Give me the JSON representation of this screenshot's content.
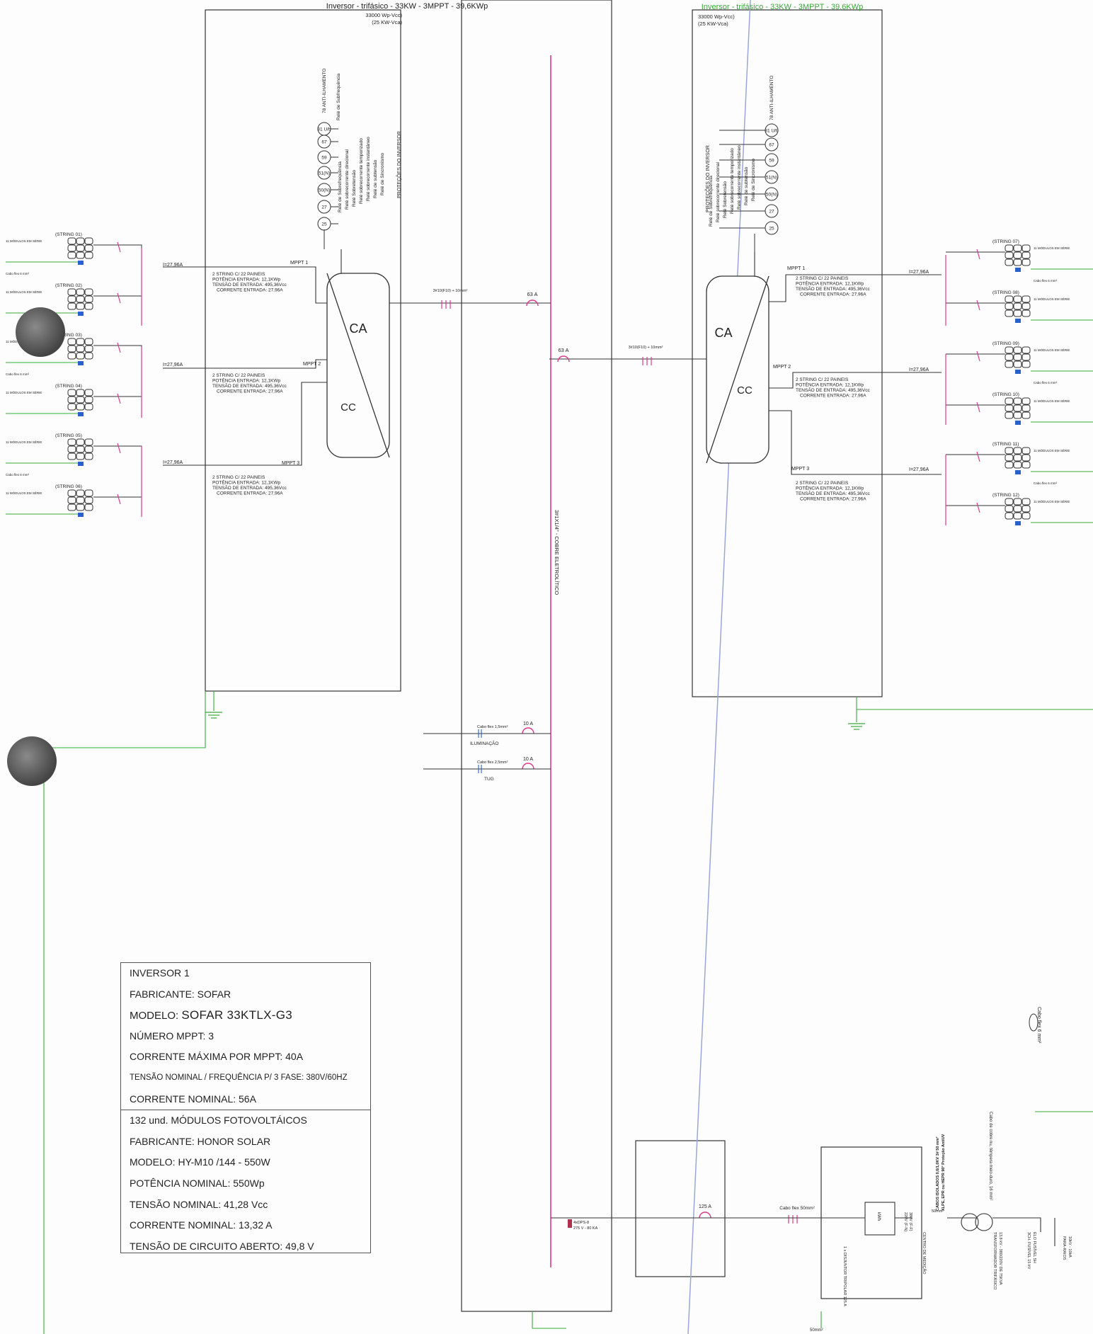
{
  "inverters": [
    {
      "title": "Inversor - trifásico - 33KW - 3MPPT - 39,6KWp",
      "power_dc": "33000 Wp-Vcc)",
      "power_ac": "(25 KW-Vca)",
      "protection_title": "PROTEÇÕES DO INVERSOR",
      "relays": [
        {
          "code": "81 U/b",
          "name": "Relé de Sobrefrequência",
          "name2": "Relé de Subfrequência"
        },
        {
          "code": "67",
          "name": "Relé sobrecorrente direcional"
        },
        {
          "code": "59",
          "name": "Relé Sobretensão"
        },
        {
          "code": "51(N)",
          "name": "Relé sobrecorrente temporizado"
        },
        {
          "code": "50(N)",
          "name": "Relé sobrecorrente instantâneo"
        },
        {
          "code": "27",
          "name": "Relé de subtensão"
        },
        {
          "code": "25",
          "name": "Relé de Sincronismo"
        }
      ],
      "anti_ilhamento": "78 ANTI-ILHAMENTO",
      "ca_label": "CA",
      "cc_label": "CC",
      "mppts": [
        {
          "name": "MPPT 1",
          "current": "I=27,96A",
          "l1": "2 STRING C/ 22 PAINEIS",
          "l2": "POTÊNCIA ENTRADA: 12,1KWp",
          "l3": "TENSÃO DE ENTRADA: 495,36Vcc",
          "l4": "CORRENTE ENTRADA: 27,96A"
        },
        {
          "name": "MPPT 2",
          "current": "I=27,96A",
          "l1": "2 STRING C/ 22 PAINEIS",
          "l2": "POTÊNCIA ENTRADA: 12,1KWp",
          "l3": "TENSÃO DE ENTRADA: 495,36Vcc",
          "l4": "CORRENTE ENTRADA: 27,96A"
        },
        {
          "name": "MPPT 3",
          "current": "I=27,96A",
          "l1": "2 STRING C/ 22 PAINEIS",
          "l2": "POTÊNCIA ENTRADA: 12,1KWp",
          "l3": "TENSÃO DE ENTRADA: 495,36Vcc",
          "l4": "CORRENTE ENTRADA: 27,96A"
        }
      ],
      "strings": [
        "(STRING 01)",
        "(STRING 02)",
        "(STRING 03)",
        "(STRING 04)",
        "(STRING 05)",
        "(STRING 06)"
      ],
      "output_cable": "3#10(F10) + 10mm²",
      "breaker": "63 A"
    },
    {
      "title": "Inversor - trifásico - 33KW - 3MPPT - 39,6KWp",
      "power_dc": "33000 Wp-Vcc)",
      "power_ac": "(25 KW-Vca)",
      "protection_title": "PROTEÇÕES DO INVERSOR",
      "anti_ilhamento": "78 ANTI-ILHAMENTO",
      "ca_label": "CA",
      "cc_label": "CC",
      "mppts": [
        {
          "name": "MPPT 1",
          "current": "I=27,96A",
          "l1": "2 STRING C/ 22 PAINEIS",
          "l2": "POTÊNCIA ENTRADA: 12,1KWp",
          "l3": "TENSÃO DE ENTRADA: 495,36Vcc",
          "l4": "CORRENTE ENTRADA: 27,96A"
        },
        {
          "name": "MPPT 2",
          "current": "I=27,96A",
          "l1": "2 STRING C/ 22 PAINEIS",
          "l2": "POTÊNCIA ENTRADA: 12,1KWp",
          "l3": "TENSÃO DE ENTRADA: 495,36Vcc",
          "l4": "CORRENTE ENTRADA: 27,96A"
        },
        {
          "name": "MPPT 3",
          "current": "I=27,96A",
          "l1": "2 STRING C/ 22 PAINEIS",
          "l2": "POTÊNCIA ENTRADA: 12,1KWp",
          "l3": "TENSÃO DE ENTRADA: 495,36Vcc",
          "l4": "CORRENTE ENTRADA: 27,96A"
        }
      ],
      "strings": [
        "(STRING 07)",
        "(STRING 08)",
        "(STRING 09)",
        "(STRING 10)",
        "(STRING 11)",
        "(STRING 12)"
      ],
      "output_cable": "3#10(F10) + 10mm²",
      "breaker": "63 A"
    }
  ],
  "module_note": "11 MÓDULOS EM SÉRIE",
  "cable_note": "Cabo flex 6 mm²",
  "busbar_label": "3#1X1/4\" - COBRE ELETROLÍTICO",
  "circuits": [
    {
      "name": "ILUMINAÇÃO",
      "cable": "Cabo flex 1,5mm²",
      "breaker": "10 A"
    },
    {
      "name": "TUG",
      "cable": "Cabo flex 2,5mm²",
      "breaker": "10 A"
    }
  ],
  "dps": {
    "l1": "4xDPS-8",
    "l2": "275 V - 80 KA"
  },
  "main_breaker": "125 A",
  "main_cable": "Cabo flex 50mm²",
  "circuit_breaker": "1 x DISJUNTOR TRIPOLAR 125 A",
  "meter": {
    "label": "kWh",
    "v1": "220V (F-N)",
    "v2": "380V (F-F)"
  },
  "metering_center": "CENTRO DE MEDIÇÃO",
  "conductor": "50mm²",
  "isolated_cable": "CABOS ISOLADOS 0,6/1,0KV 3# 50 mm²",
  "isolated_cable2": "XLPE, EPR ou HEPR 90° Proteção AntiUV",
  "transformer": {
    "l1": "TRANSFORMADOR TRIFÁSICO",
    "l2": "13,8 kV - 380/220V DE 75KVA"
  },
  "ground_cable": "Cabo de cobre nu, têmpera meio-duro, 16 mm²",
  "fuse": {
    "l1": "3CH. FUSÍVEL 15 kV",
    "l2": "ELO FUSÍVEL 5H"
  },
  "surge": {
    "l1": "PARA-RAIOS",
    "l2": "10kV - 10kA"
  },
  "ground_note": "Cabo flex 6 mm²",
  "ground_bottom": "50mm²",
  "specs": {
    "inv_title": "INVERSOR 1",
    "inv_maker": "FABRICANTE: SOFAR",
    "inv_model_k": "MODELO:",
    "inv_model_v": "SOFAR 33KTLX-G3",
    "inv_mppt": "NÚMERO MPPT: 3",
    "inv_imax": "CORRENTE MÁXIMA POR MPPT: 40A",
    "inv_vnom": "TENSÃO NOMINAL / FREQUÊNCIA P/ 3 FASE: 380V/60HZ",
    "inv_inom": "CORRENTE NOMINAL: 56A",
    "mod_title": "132 und. MÓDULOS FOTOVOLTÁICOS",
    "mod_maker": "FABRICANTE: HONOR SOLAR",
    "mod_model": "MODELO: HY-M10 /144 - 550W",
    "mod_power": "POTÊNCIA NOMINAL: 550Wp",
    "mod_voltage": "TENSÃO NOMINAL: 41,28 Vcc",
    "mod_current": "CORRENTE NOMINAL: 13,32 A",
    "mod_voc": "TENSÃO DE CIRCUITO ABERTO: 49,8 V"
  }
}
